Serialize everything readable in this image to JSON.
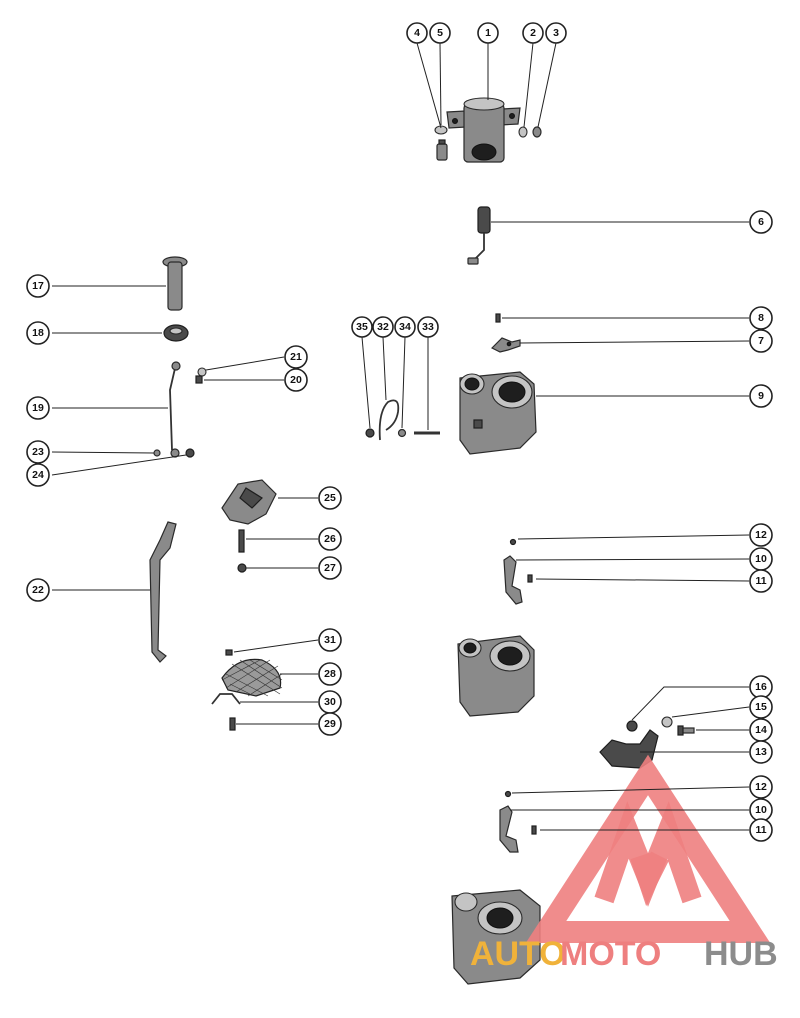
{
  "callouts": {
    "c1": "1",
    "c2": "2",
    "c3": "3",
    "c4": "4",
    "c5": "5",
    "c6": "6",
    "c7": "7",
    "c8": "8",
    "c9": "9",
    "c10a": "10",
    "c11a": "11",
    "c12a": "12",
    "c10b": "10",
    "c11b": "11",
    "c12b": "12",
    "c13": "13",
    "c14": "14",
    "c15": "15",
    "c16": "16",
    "c17": "17",
    "c18": "18",
    "c19": "19",
    "c20": "20",
    "c21": "21",
    "c22": "22",
    "c23": "23",
    "c24": "24",
    "c25": "25",
    "c26": "26",
    "c27": "27",
    "c28": "28",
    "c29": "29",
    "c30": "30",
    "c31": "31",
    "c32": "32",
    "c33": "33",
    "c34": "34",
    "c35": "35"
  },
  "watermark": {
    "part1": "AUTO",
    "part2": "MOTO",
    "part3": "HUB",
    "colors": {
      "auto": "#f0b23a",
      "moto": "#ee7f7f",
      "hub": "#8c8c8c"
    }
  }
}
